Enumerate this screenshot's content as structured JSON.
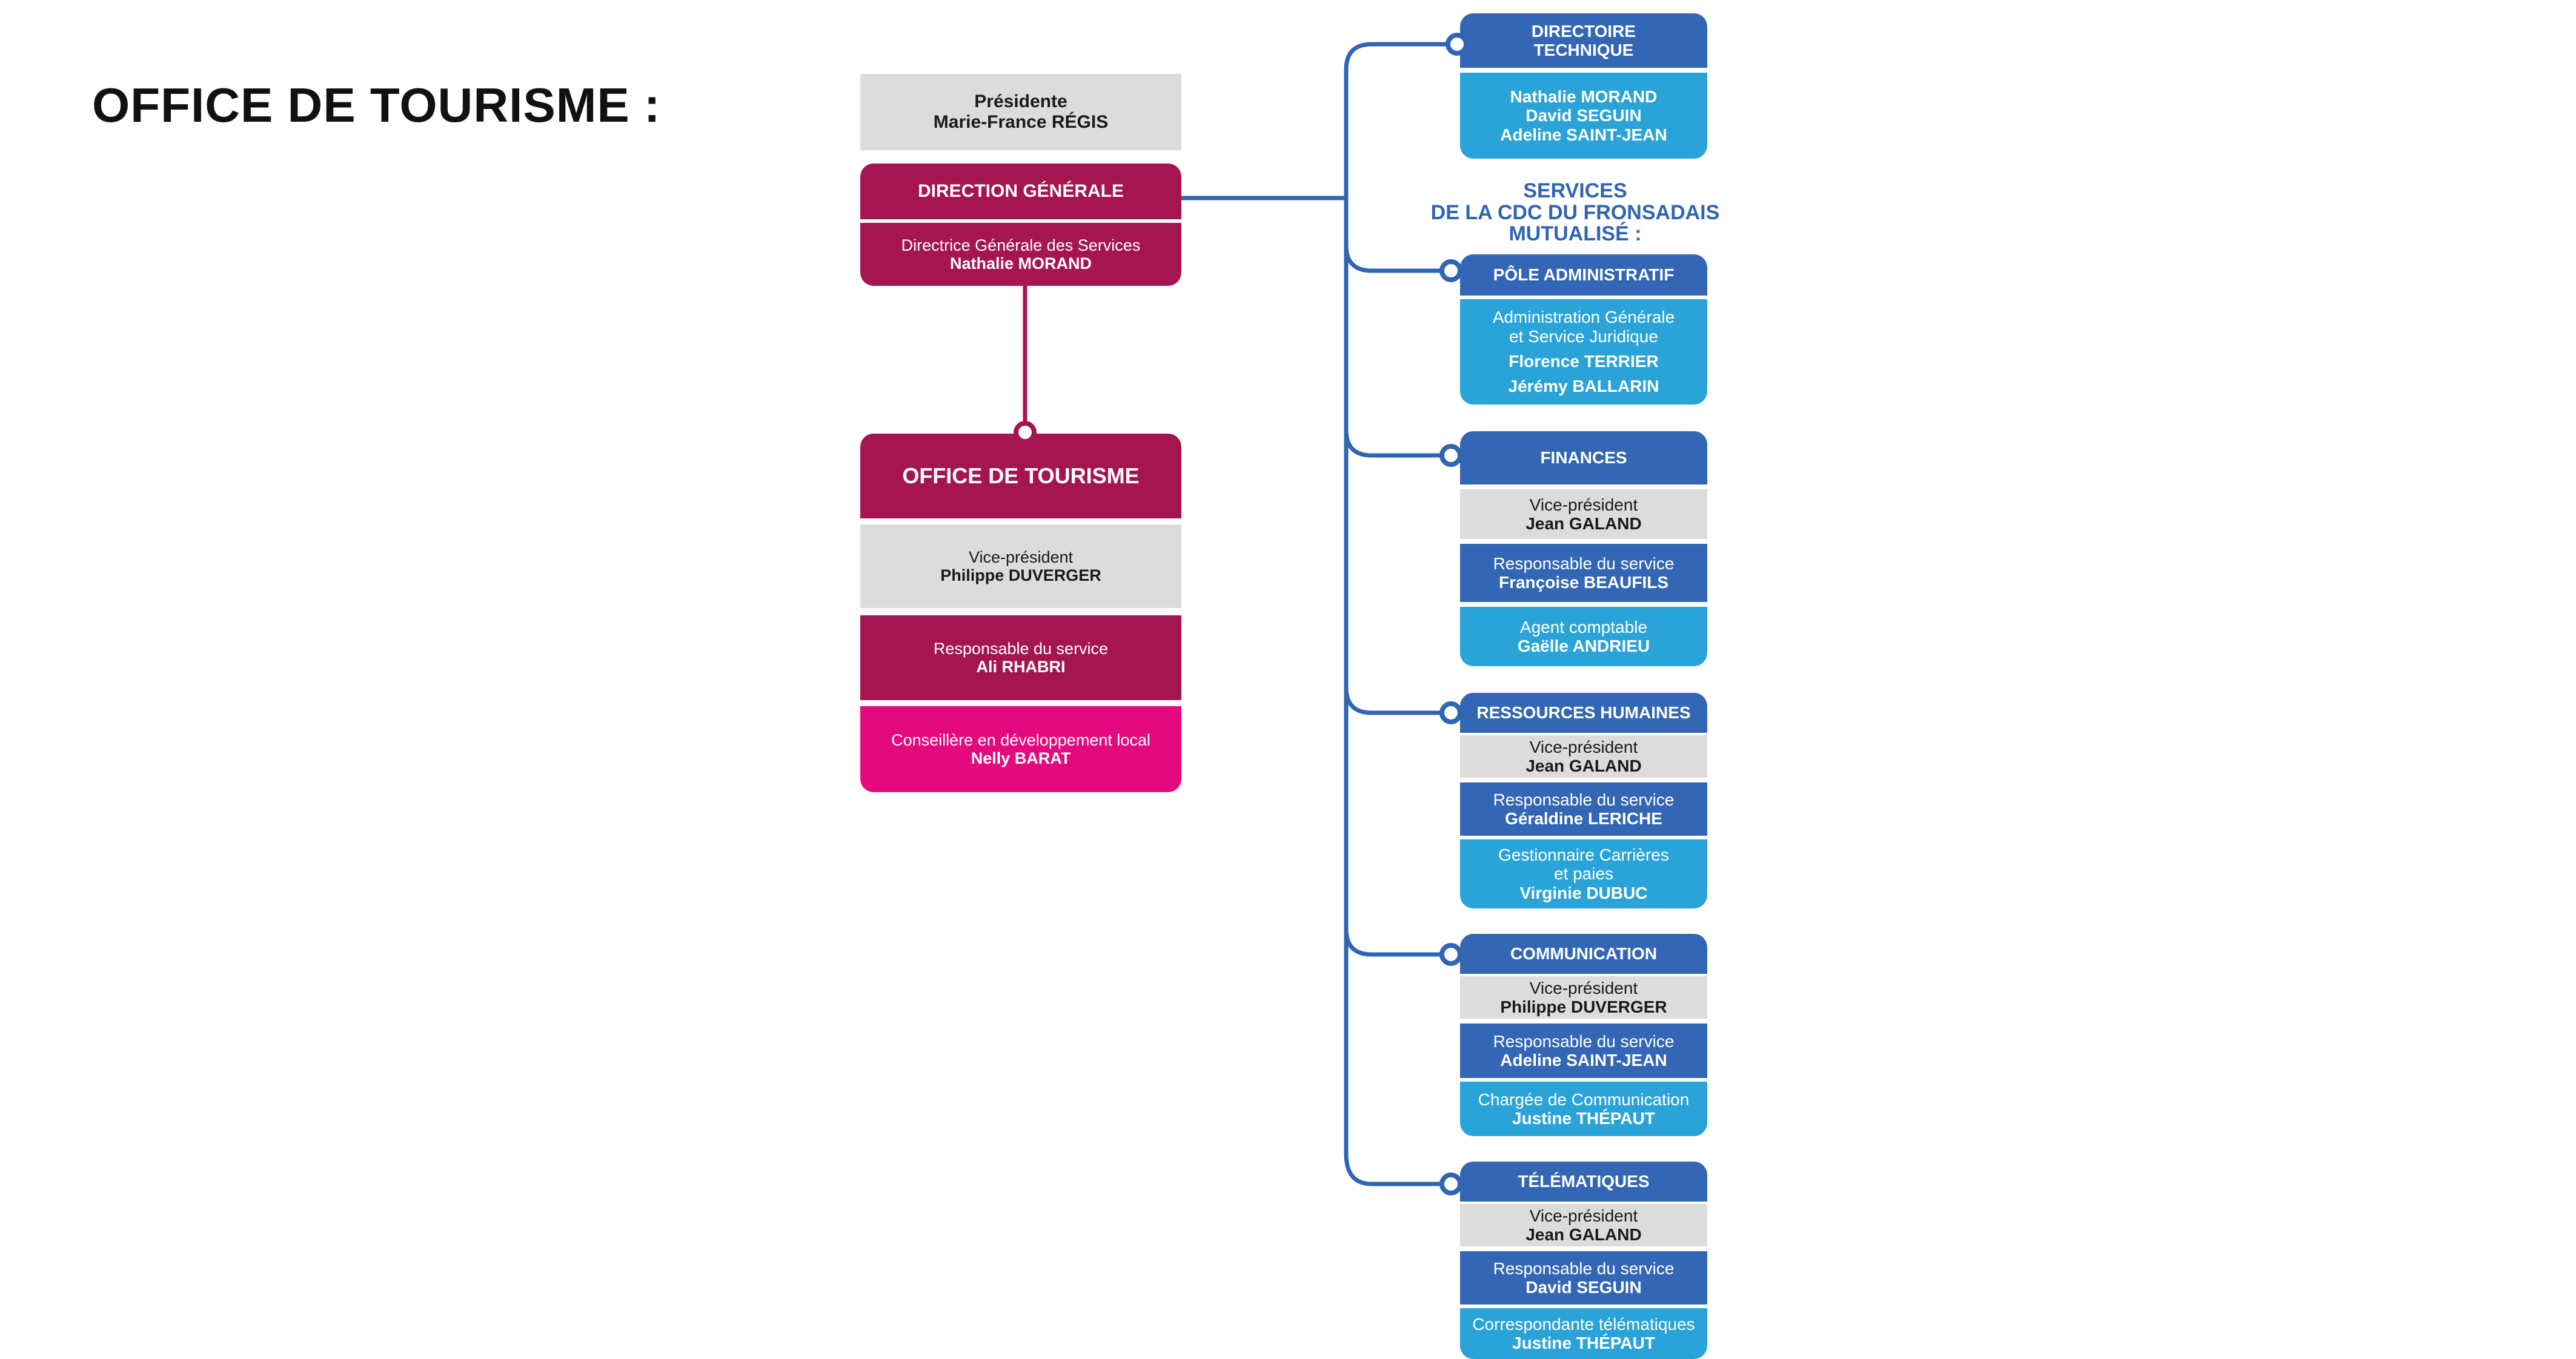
{
  "page_title": "OFFICE DE TOURISME :",
  "presidente": {
    "role": "Présidente",
    "name": "Marie-France RÉGIS"
  },
  "direction_generale": {
    "header": "DIRECTION GÉNÉRALE",
    "role": "Directrice Générale des Services",
    "name": "Nathalie MORAND"
  },
  "office_tourisme": {
    "header": "OFFICE DE TOURISME",
    "vp_role": "Vice-président",
    "vp_name": "Philippe DUVERGER",
    "resp_role": "Responsable du service",
    "resp_name": "Ali RHABRI",
    "conseil_role": "Conseillère en développement local",
    "conseil_name": "Nelly BARAT"
  },
  "directoire": {
    "header_line1": "DIRECTOIRE",
    "header_line2": "TECHNIQUE",
    "members": [
      "Nathalie MORAND",
      "David SEGUIN",
      "Adeline SAINT-JEAN"
    ]
  },
  "services_title": [
    "SERVICES",
    "DE LA CDC DU FRONSADAIS",
    "MUTUALISÉ :"
  ],
  "pole_administratif": {
    "header": "PÔLE ADMINISTRATIF",
    "role_line1": "Administration Générale",
    "role_line2": "et Service Juridique",
    "members": [
      "Florence TERRIER",
      "Jérémy BALLARIN"
    ]
  },
  "finances": {
    "header": "FINANCES",
    "vp_role": "Vice-président",
    "vp_name": "Jean GALAND",
    "resp_role": "Responsable du service",
    "resp_name": "Françoise BEAUFILS",
    "agent_role": "Agent comptable",
    "agent_name": "Gaëlle ANDRIEU"
  },
  "rh": {
    "header": "RESSOURCES HUMAINES",
    "vp_role": "Vice-président",
    "vp_name": "Jean GALAND",
    "resp_role": "Responsable du service",
    "resp_name": "Géraldine LERICHE",
    "gest_role_line1": "Gestionnaire Carrières",
    "gest_role_line2": "et paies",
    "gest_name": "Virginie DUBUC"
  },
  "communication": {
    "header": "COMMUNICATION",
    "vp_role": "Vice-président",
    "vp_name": "Philippe DUVERGER",
    "resp_role": "Responsable du service",
    "resp_name": "Adeline SAINT-JEAN",
    "charge_role": "Chargée de Communication",
    "charge_name": "Justine THÉPAUT"
  },
  "telematiques": {
    "header": "TÉLÉMATIQUES",
    "vp_role": "Vice-président",
    "vp_name": "Jean GALAND",
    "resp_role": "Responsable du service",
    "resp_name": "David SEGUIN",
    "corr_role": "Correspondante télématiques",
    "corr_name": "Justine THÉPAUT"
  },
  "colors": {
    "maroon": "#a5154f",
    "pink": "#e5097f",
    "navy": "#3367b5",
    "sky": "#2aa4d8",
    "grey": "#dcdcdc",
    "connector_blue": "#2f65b3"
  }
}
